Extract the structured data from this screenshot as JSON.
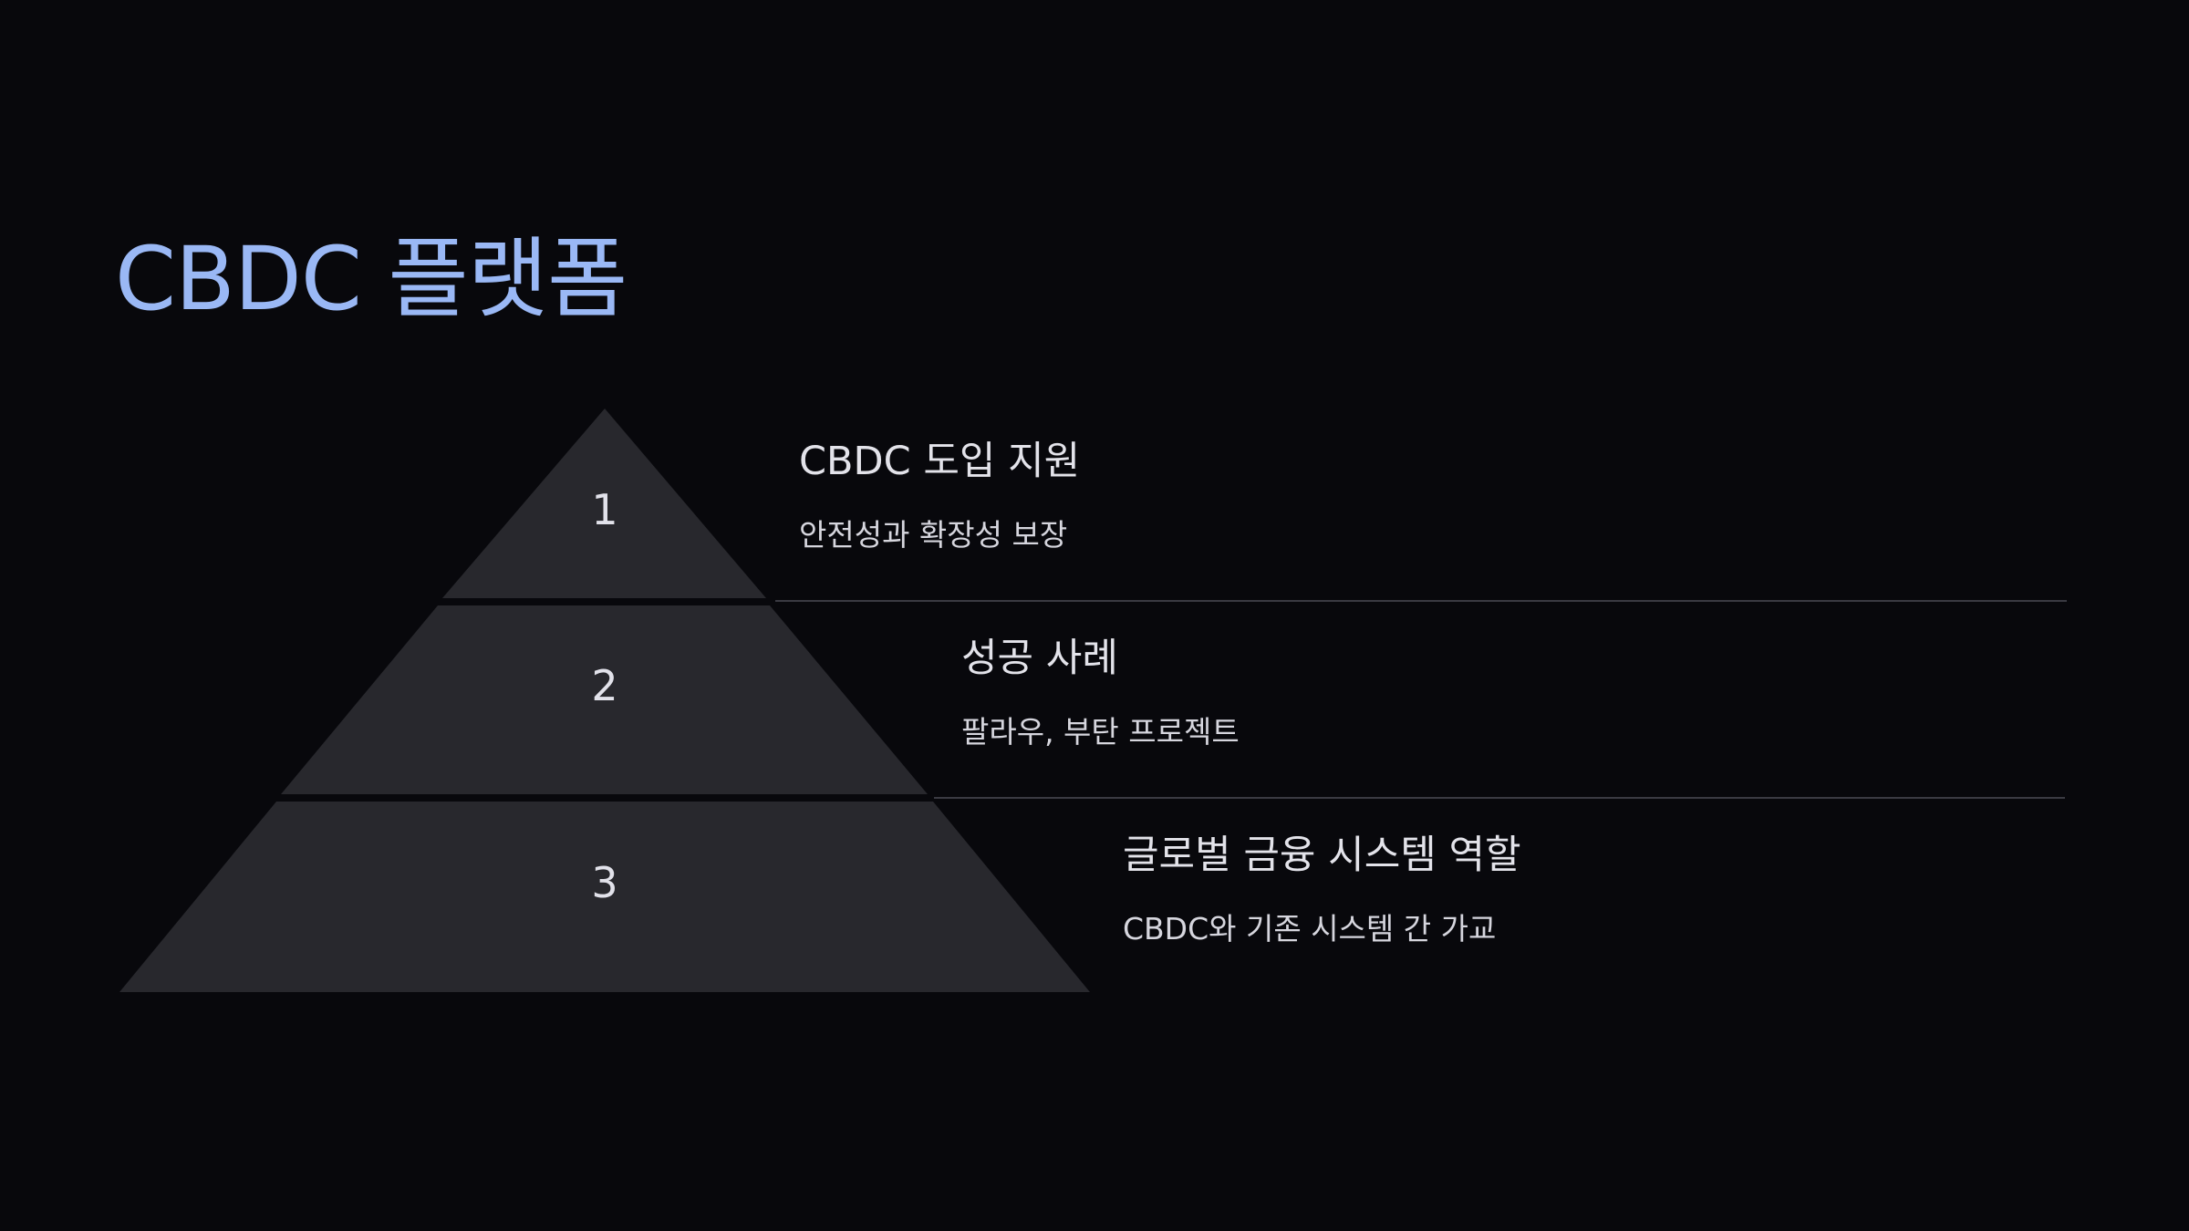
{
  "title": "CBDC 플랫폼",
  "colors": {
    "background": "#08080c",
    "title": "#9ab8f5",
    "pyramid_fill": "#28282d",
    "divider": "#3a3a42",
    "text": "#e3e3ea"
  },
  "levels": [
    {
      "number": "1",
      "heading": "CBDC 도입 지원",
      "description": "안전성과 확장성 보장"
    },
    {
      "number": "2",
      "heading": "성공 사례",
      "description": "팔라우, 부탄 프로젝트"
    },
    {
      "number": "3",
      "heading": "글로벌 금융 시스템 역할",
      "description": "CBDC와 기존 시스템 간 가교"
    }
  ]
}
